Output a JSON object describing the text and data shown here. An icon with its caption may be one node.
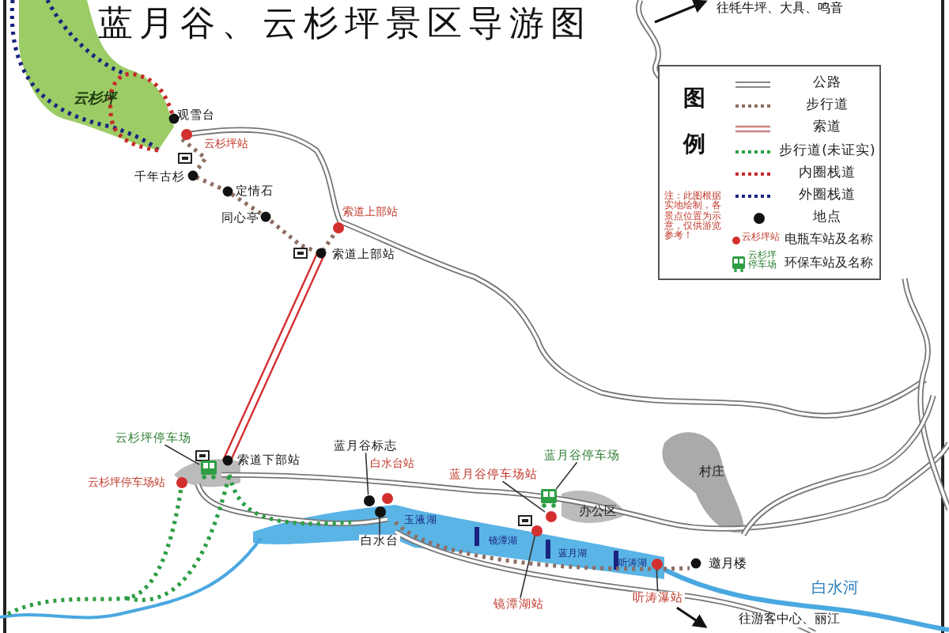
{
  "diagram": {
    "title": "蓝月谷、云杉坪景区导游图",
    "nodes": [
      {
        "text": [
          "云杉坪停车场"
        ]
      },
      {
        "text": [],
        "shape": "picture"
      },
      {
        "text": [
          "蓝月谷停车场"
        ]
      },
      {
        "text": [],
        "shape": "picture"
      },
      {
        "text": [
          "蓝月谷停车场站"
        ]
      },
      {
        "text": [],
        "shape": "circle"
      },
      {
        "text": [
          "镜潭湖站"
        ]
      },
      {
        "text": [],
        "shape": "circle"
      },
      {
        "text": [
          "听涛瀑站"
        ]
      },
      {
        "text": [],
        "shape": "circle"
      },
      {
        "text": [
          "蓝月谷标志"
        ]
      },
      {
        "text": [],
        "shape": "circle"
      },
      {
        "text": [
          "白水台"
        ]
      },
      {
        "text": [],
        "shape": "circle"
      }
    ],
    "edges": [
      {
        "from": 0,
        "to": 1,
        "arrow": "none"
      },
      {
        "from": 2,
        "to": 3,
        "arrow": "none"
      },
      {
        "from": 4,
        "to": 5,
        "arrow": "none"
      },
      {
        "from": 6,
        "to": 7,
        "arrow": "none"
      },
      {
        "from": 8,
        "to": 9,
        "arrow": "none"
      },
      {
        "from": 10,
        "to": 11,
        "arrow": "none"
      },
      {
        "from": 12,
        "to": 13,
        "arrow": "none"
      }
    ],
    "labels": [
      "往牦牛坪、大具、鸣音",
      "图",
      "例",
      "注：此图根据实地绘制，各景点位置为示意，仅供游览参考！",
      "云杉坪站",
      "云杉坪停车场",
      "观雪台",
      "云杉坪",
      "云杉坪站",
      "千年古杉",
      "定情石",
      "同心亭",
      "索道上部站",
      "索道上部站",
      "索道下部站",
      "云杉坪停车场站",
      "白水台站",
      "玉液湖",
      "办公区",
      "村庄",
      "镜潭湖",
      "蓝月湖",
      "听涛湖",
      "邀月楼",
      "白水河",
      "往游客中心、丽江"
    ],
    "legend": [
      {
        "text": "公路"
      },
      {
        "text": "步行道"
      },
      {
        "text": "索道"
      },
      {
        "text": "步行道(未证实)"
      },
      {
        "text": "内圈栈道"
      },
      {
        "text": "外圈栈道"
      },
      {
        "text": "地点"
      },
      {
        "text": "电瓶车站及名称"
      },
      {
        "text": "环保车站及名称"
      }
    ]
  }
}
